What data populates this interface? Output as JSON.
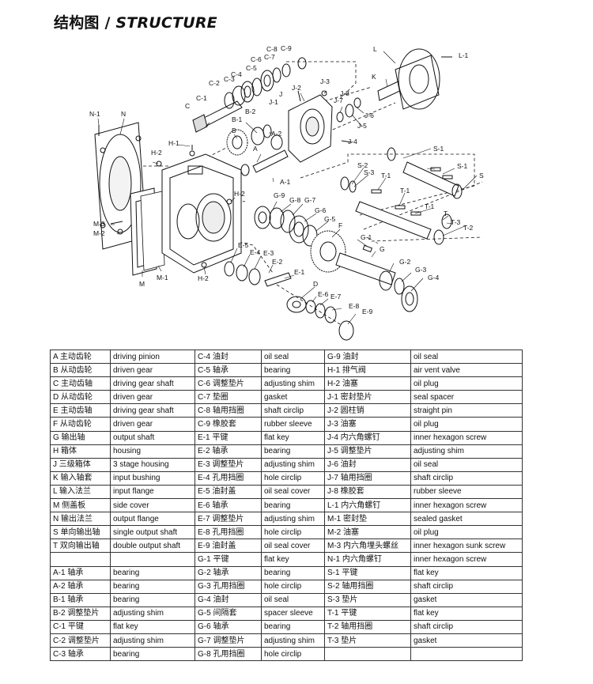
{
  "page": {
    "title_cn": "结构图",
    "title_sep": "/",
    "title_en": "STRUCTURE"
  },
  "callouts": {
    "N1": "N-1",
    "N": "N",
    "H2a": "H-2",
    "H1": "H-1",
    "M3": "M-3",
    "M2": "M-2",
    "M": "M",
    "M1": "M-1",
    "H2b": "H-2",
    "H2c": "H-2",
    "C": "C",
    "C1": "C-1",
    "C2": "C-2",
    "C3": "C-3",
    "C4": "C-4",
    "C5": "C-5",
    "C6": "C-6",
    "C7": "C-7",
    "C8": "C-8",
    "C9": "C-9",
    "B": "B",
    "B1": "B-1",
    "B2": "B-2",
    "A": "A",
    "A1": "A-1",
    "A2": "A-2",
    "J": "J",
    "J1": "J-1",
    "J2": "J-2",
    "J3": "J-3",
    "J4": "J-4",
    "J5": "J-5",
    "J6": "J-6",
    "J7": "J-7",
    "J8": "J-8",
    "K": "K",
    "L": "L",
    "L1": "L-1",
    "G9": "G-9",
    "G8": "G-8",
    "G7": "G-7",
    "G6": "G-6",
    "G5": "G-5",
    "F": "F",
    "E5": "E-5",
    "E4": "E-4",
    "E3": "E-3",
    "E2": "E-2",
    "E1": "E-1",
    "D": "D",
    "E6": "E-6",
    "E7": "E-7",
    "E8": "E-8",
    "E9": "E-9",
    "G1": "G-1",
    "G": "G",
    "G2": "G-2",
    "G3": "G-3",
    "G4": "G-4",
    "S1a": "S-1",
    "S1b": "S-1",
    "S2": "S-2",
    "S3": "S-3",
    "S": "S",
    "T1a": "T-1",
    "T1b": "T-1",
    "T1c": "T-1",
    "T": "T",
    "T2": "T-2",
    "T3": "T-3"
  },
  "parts_table": [
    [
      "A 主动齿轮",
      "driving pinion",
      "C-4 油封",
      "oil seal",
      "G-9 油封",
      "oil seal"
    ],
    [
      "B 从动齿轮",
      "driven gear",
      "C-5 轴承",
      "bearing",
      "H-1 排气阀",
      "air vent valve"
    ],
    [
      "C 主动齿轴",
      "driving gear shaft",
      "C-6 调整垫片",
      "adjusting shim",
      "H-2 油塞",
      "oil plug"
    ],
    [
      "D 从动齿轮",
      "driven gear",
      "C-7 垫圈",
      "gasket",
      "J-1 密封垫片",
      "seal spacer"
    ],
    [
      "E 主动齿轴",
      "driving gear shaft",
      "C-8 轴用挡圈",
      "shaft circlip",
      "J-2 圆柱销",
      "straight pin"
    ],
    [
      "F 从动齿轮",
      "driven gear",
      "C-9 橡胶套",
      "rubber sleeve",
      "J-3 油塞",
      "oil plug"
    ],
    [
      "G 输出轴",
      "output shaft",
      "E-1 平键",
      "flat key",
      "J-4 内六角螺钉",
      "inner hexagon screw"
    ],
    [
      "H 箱体",
      "housing",
      "E-2 轴承",
      "bearing",
      "J-5 调整垫片",
      "adjusting shim"
    ],
    [
      "J 三级箱体",
      "3 stage housing",
      "E-3 调整垫片",
      "adjusting shim",
      "J-6 油封",
      "oil seal"
    ],
    [
      "K 输入轴套",
      "input  bushing",
      "E-4 孔用挡圈",
      "hole circlip",
      "J-7 轴用挡圈",
      "shaft circlip"
    ],
    [
      "L 输入法兰",
      "input  flange",
      "E-5 油封盖",
      "oil  seal cover",
      "J-8 橡胶套",
      "rubber sleeve"
    ],
    [
      "M 侧盖板",
      "side cover",
      "E-6 轴承",
      "bearing",
      "L-1 内六角螺钉",
      "inner hexagon screw"
    ],
    [
      "N 输出法兰",
      "output flange",
      "E-7 调整垫片",
      "adjusting shim",
      "M-1 密封垫",
      "sealed gasket"
    ],
    [
      "S 单向输出轴",
      "single output shaft",
      "E-8 孔用挡圈",
      "hole circlip",
      "M-2 油塞",
      "oil plug"
    ],
    [
      "T 双向输出轴",
      "double output shaft",
      "E-9 油封盖",
      "oil  seal cover",
      "M-3 内六角埋头螺丝",
      "inner hexagon sunk screw"
    ],
    [
      "",
      "",
      "G-1 平键",
      "flat key",
      "N-1 内六角螺钉",
      "inner hexagon screw"
    ],
    [
      "A-1 轴承",
      "bearing",
      "G-2 轴承",
      "bearing",
      "S-1 平键",
      "flat key"
    ],
    [
      "A-2 轴承",
      "bearing",
      "G-3 孔用挡圈",
      "hole circlip",
      "S-2 轴用挡圈",
      "shaft circlip"
    ],
    [
      "B-1 轴承",
      "bearing",
      "G-4 油封",
      "oil seal",
      "S-3 垫片",
      "gasket"
    ],
    [
      "B-2 调整垫片",
      "adjusting shim",
      "G-5 间隔套",
      "spacer sleeve",
      "T-1 平键",
      "flat key"
    ],
    [
      "C-1 平键",
      "flat key",
      "G-6 轴承",
      "bearing",
      "T-2 轴用挡圈",
      "shaft circlip"
    ],
    [
      "C-2 调整垫片",
      "adjusting shim",
      "G-7 调整垫片",
      "adjusting shim",
      "T-3 垫片",
      "gasket"
    ],
    [
      "C-3 轴承",
      "bearing",
      "G-8 孔用挡圈",
      "hole circlip",
      "",
      ""
    ]
  ]
}
